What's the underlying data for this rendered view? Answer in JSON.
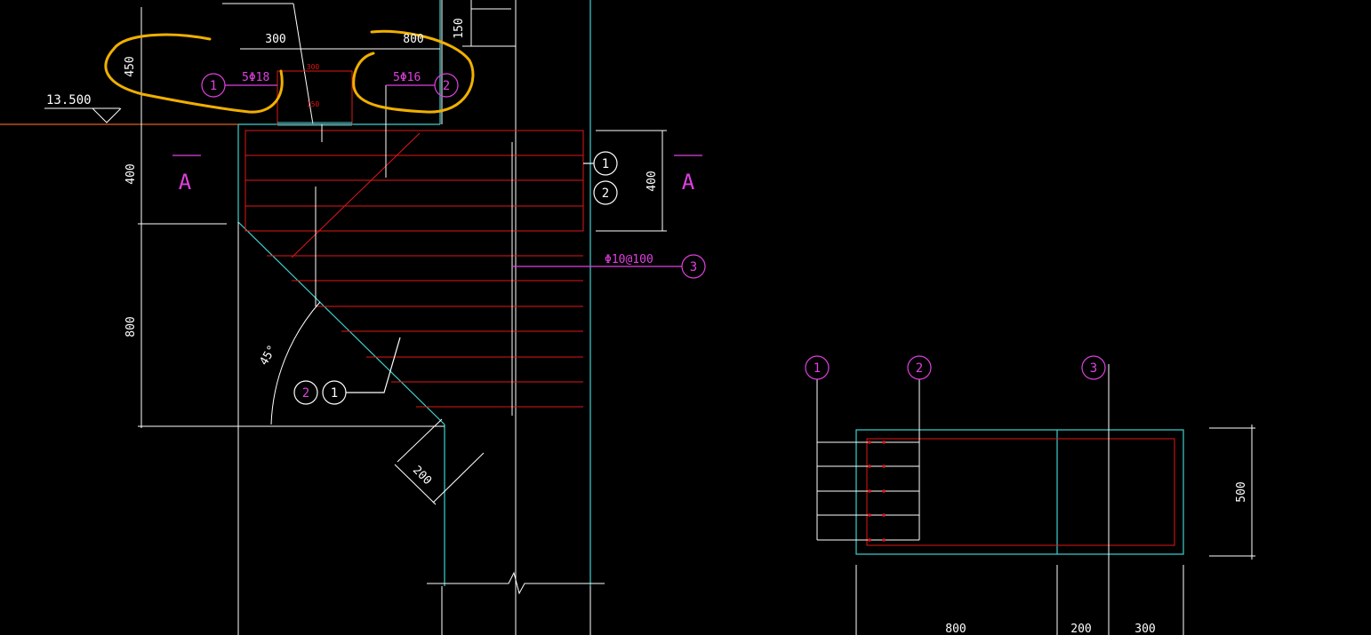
{
  "colors": {
    "background": "#000000",
    "outline": "#3fd0d0",
    "rebar": "#e01818",
    "dim": "#ffffff",
    "callout": "#e040e0",
    "highlight": "#f0b000",
    "datum": "#e06020"
  },
  "elevation": {
    "label": "13.500"
  },
  "elevation_view": {
    "dims": {
      "top_height": "450",
      "bracket_width": "300",
      "slab_width": "800",
      "top_right": "150",
      "haunch_height": "400",
      "slope_height": "800",
      "angle": "45°",
      "chamfer": "200",
      "inner_width": "300",
      "inner_height": "150",
      "section_height": "400"
    },
    "callouts": {
      "rebar1_num": "1",
      "rebar1_label": "5Φ18",
      "rebar2_num": "2",
      "rebar2_label": "5Φ16",
      "stirrup_num": "3",
      "stirrup_label": "Φ10@100",
      "right_tag_1": "1",
      "right_tag_2": "2",
      "slope_tag_2": "2",
      "slope_tag_1": "1"
    },
    "section_mark": {
      "left": "A",
      "right": "A"
    }
  },
  "section_view": {
    "tags": [
      "1",
      "2",
      "3"
    ],
    "dims": {
      "height": "500",
      "w1": "800",
      "w2": "200",
      "w3": "300"
    }
  }
}
